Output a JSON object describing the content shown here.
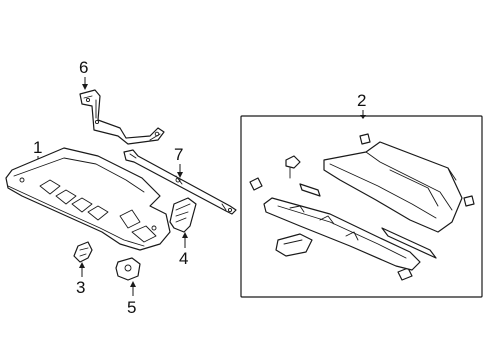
{
  "diagram": {
    "callouts": [
      {
        "id": "1",
        "label": "1"
      },
      {
        "id": "2",
        "label": "2"
      },
      {
        "id": "3",
        "label": "3"
      },
      {
        "id": "4",
        "label": "4"
      },
      {
        "id": "5",
        "label": "5"
      },
      {
        "id": "6",
        "label": "6"
      },
      {
        "id": "7",
        "label": "7"
      }
    ],
    "parts": [
      {
        "callout": "1",
        "icon": "glove-box-door-panel-icon"
      },
      {
        "callout": "2",
        "icon": "glove-box-assembly-kit-icon"
      },
      {
        "callout": "3",
        "icon": "bumper-stop-icon"
      },
      {
        "callout": "4",
        "icon": "latch-striker-icon"
      },
      {
        "callout": "5",
        "icon": "hinge-bracket-icon"
      },
      {
        "callout": "6",
        "icon": "support-bracket-icon"
      },
      {
        "callout": "7",
        "icon": "damper-rod-icon"
      }
    ]
  }
}
